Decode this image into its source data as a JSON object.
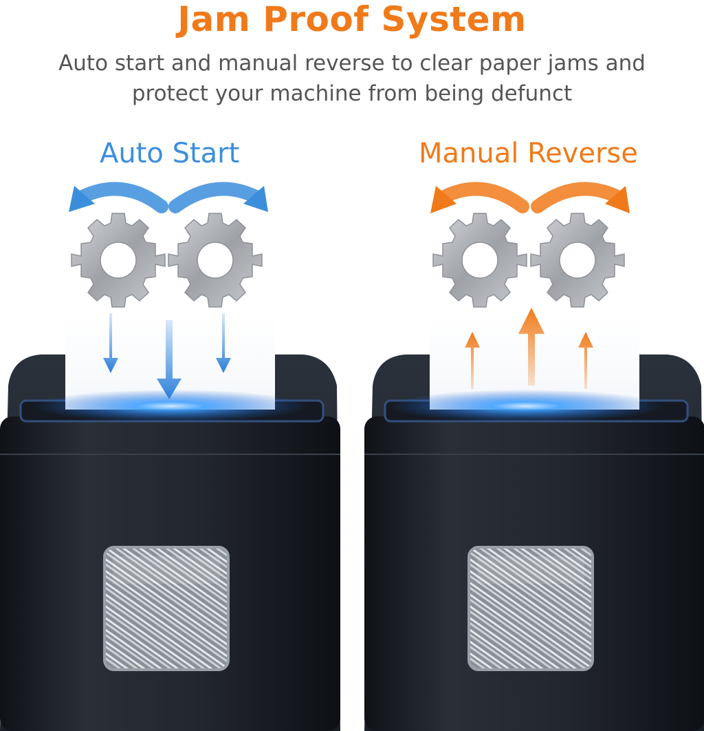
{
  "headline": {
    "text": "Jam Proof System",
    "color": "#f07a1a"
  },
  "subheadline": {
    "line1": "Auto start and manual reverse to clear paper jams and",
    "line2": "protect your machine from being defunct",
    "color": "#555555"
  },
  "panels": [
    {
      "label": "Auto Start",
      "color": "#3b8edc",
      "arrow_direction": "down",
      "icons": [
        "gear-icon",
        "gear-icon",
        "arrow-down-icon"
      ]
    },
    {
      "label": "Manual Reverse",
      "color": "#f07a1a",
      "arrow_direction": "up",
      "icons": [
        "gear-icon",
        "gear-icon",
        "arrow-up-icon"
      ]
    }
  ],
  "colors": {
    "shredder_body": "#1e2229",
    "slot_glow": "#3fa0ff",
    "gear": "#a9adb2",
    "paper": "#ffffff"
  }
}
